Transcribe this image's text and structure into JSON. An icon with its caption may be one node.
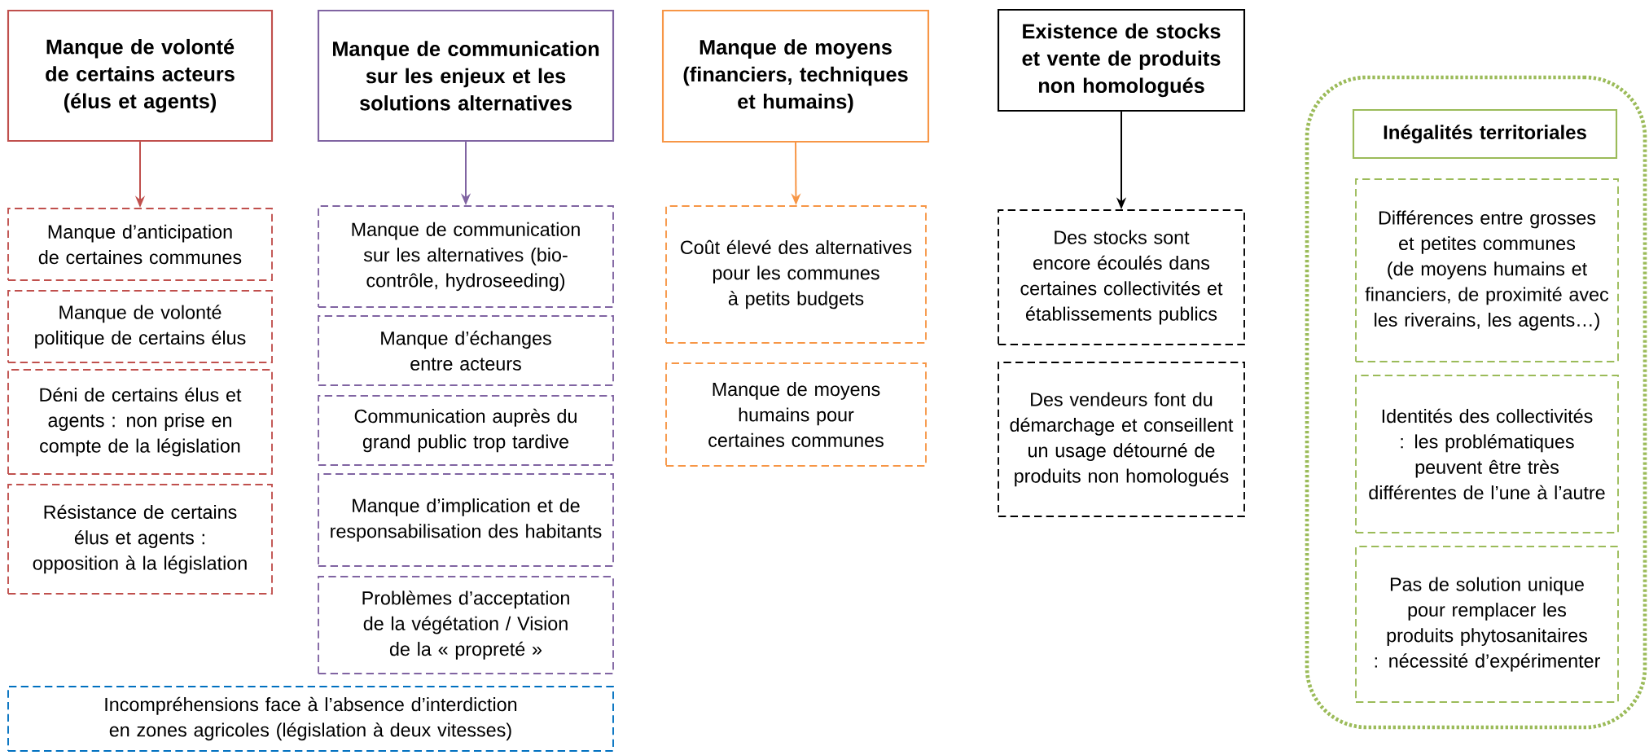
{
  "diagram": {
    "nodes": [
      {
        "text": [
          "Manque de volonté de certains acteurs (élus et agents)"
        ]
      },
      {
        "text": [
          "Manque d’anticipation de certaines communes"
        ]
      },
      {
        "text": [
          "Manque de volonté politique de certains élus"
        ]
      },
      {
        "text": [
          "Déni de certains élus et agents : non prise en compte de la législation"
        ]
      },
      {
        "text": [
          "Résistance de certains élus et agents : opposition à la législation"
        ]
      },
      {
        "text": [
          "Manque de communication sur les enjeux et les solutions alternatives"
        ]
      },
      {
        "text": [
          "Manque de communication sur les alternatives (bio-contrôle, hydroseeding)"
        ]
      },
      {
        "text": [
          "Manque d’échanges entre acteurs"
        ]
      },
      {
        "text": [
          "Communication auprès du grand public trop tardive"
        ]
      },
      {
        "text": [
          "Manque d’implication et de responsabilisation des habitants"
        ]
      },
      {
        "text": [
          "Problèmes d’acceptation de la végétation / Vision de la « propreté »"
        ]
      },
      {
        "text": [
          "Incompréhensions face à l’absence d’interdiction en zones agricoles (législation à deux vitesses)"
        ]
      },
      {
        "text": [
          "Manque de moyens (financiers, techniques et humains)"
        ]
      },
      {
        "text": [
          "Coût élevé des alternatives pour les communes à petits budgets"
        ]
      },
      {
        "text": [
          "Manque de moyens humains pour certaines communes"
        ]
      },
      {
        "text": [
          "Existence de stocks et vente de produits non homologués"
        ]
      },
      {
        "text": [
          "Des stocks sont encore écoulés dans certaines collectivités et établissements publics"
        ]
      },
      {
        "text": [
          "Des vendeurs font du démarchage et conseillent un usage détourné de produits non homologués"
        ]
      },
      {
        "text": [],
        "shape": "box"
      },
      {
        "text": [
          "Inégalités territoriales"
        ],
        "in": 18
      },
      {
        "text": [
          "Différences entre grosses et petites communes (de moyens humains et financiers, de proximité avec les riverains, les agents…)"
        ],
        "in": 18
      },
      {
        "text": [
          "Identités des collectivités : les problématiques peuvent être très différentes de l’une à l’autre"
        ],
        "in": 18
      },
      {
        "text": [
          "Pas de solution unique pour remplacer les produits phytosanitaires : nécessité d’expérimenter"
        ],
        "in": 18
      }
    ],
    "edges": [
      {
        "from": 0,
        "to": 1,
        "arrow": "to",
        "color": "#c0504d"
      },
      {
        "from": 5,
        "to": 6,
        "arrow": "to",
        "color": "#8064a2"
      },
      {
        "from": 12,
        "to": 13,
        "arrow": "to",
        "color": "#f79646"
      },
      {
        "from": 15,
        "to": 16,
        "arrow": "to",
        "color": "#000000"
      }
    ]
  }
}
